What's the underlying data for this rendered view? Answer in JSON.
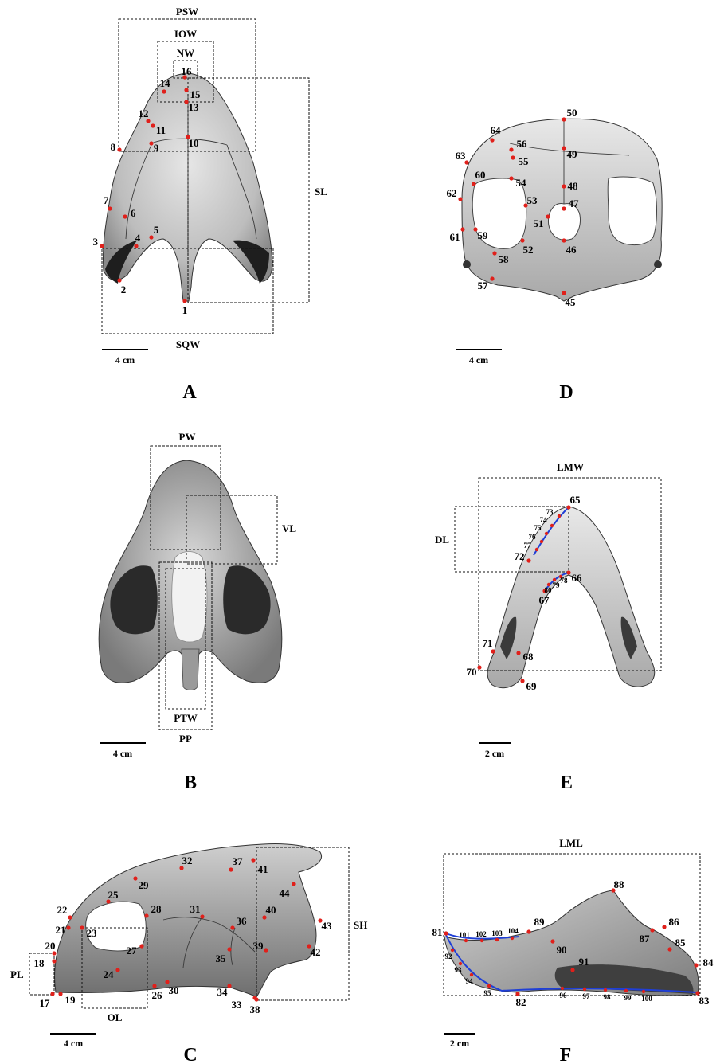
{
  "panels": {
    "A": "A",
    "B": "B",
    "C": "C",
    "D": "D",
    "E": "E",
    "F": "F"
  },
  "scale_bars": {
    "A": "4 cm",
    "B": "4 cm",
    "C": "4 cm",
    "D": "4 cm",
    "E": "2 cm",
    "F": "2 cm"
  },
  "measurements": {
    "PSW": "PSW",
    "IOW": "IOW",
    "NW": "NW",
    "SL": "SL",
    "SQW": "SQW",
    "PW": "PW",
    "VL": "VL",
    "PTW": "PTW",
    "PP": "PP",
    "LMW": "LMW",
    "DL": "DL",
    "SH": "SH",
    "PL": "PL",
    "OL": "OL",
    "LML": "LML"
  },
  "landmarks": {
    "A": [
      "1",
      "2",
      "3",
      "4",
      "5",
      "6",
      "7",
      "8",
      "9",
      "10",
      "11",
      "12",
      "13",
      "14",
      "15",
      "16"
    ],
    "B": [],
    "C": [
      "17",
      "18",
      "19",
      "20",
      "21",
      "22",
      "23",
      "24",
      "25",
      "26",
      "27",
      "28",
      "29",
      "30",
      "31",
      "32",
      "33",
      "34",
      "35",
      "36",
      "37",
      "38",
      "39",
      "40",
      "41",
      "42",
      "43",
      "44"
    ],
    "D": [
      "45",
      "46",
      "47",
      "48",
      "49",
      "50",
      "51",
      "52",
      "53",
      "54",
      "55",
      "56",
      "57",
      "58",
      "59",
      "60",
      "61",
      "62",
      "63",
      "64"
    ],
    "E": [
      "65",
      "66",
      "67",
      "68",
      "69",
      "70",
      "71",
      "72",
      "73",
      "74",
      "75",
      "76",
      "77",
      "78",
      "79",
      "80"
    ],
    "F": [
      "81",
      "82",
      "83",
      "84",
      "85",
      "86",
      "87",
      "88",
      "89",
      "90",
      "91",
      "92",
      "93",
      "94",
      "95",
      "96",
      "97",
      "98",
      "99",
      "100",
      "101",
      "102",
      "103",
      "104"
    ]
  },
  "colors": {
    "landmark_dot": "#e0201b",
    "semilandmark_curve": "#1f3fd6",
    "bone_light": "#d8d8d8",
    "bone_dark": "#5a5a5a"
  }
}
